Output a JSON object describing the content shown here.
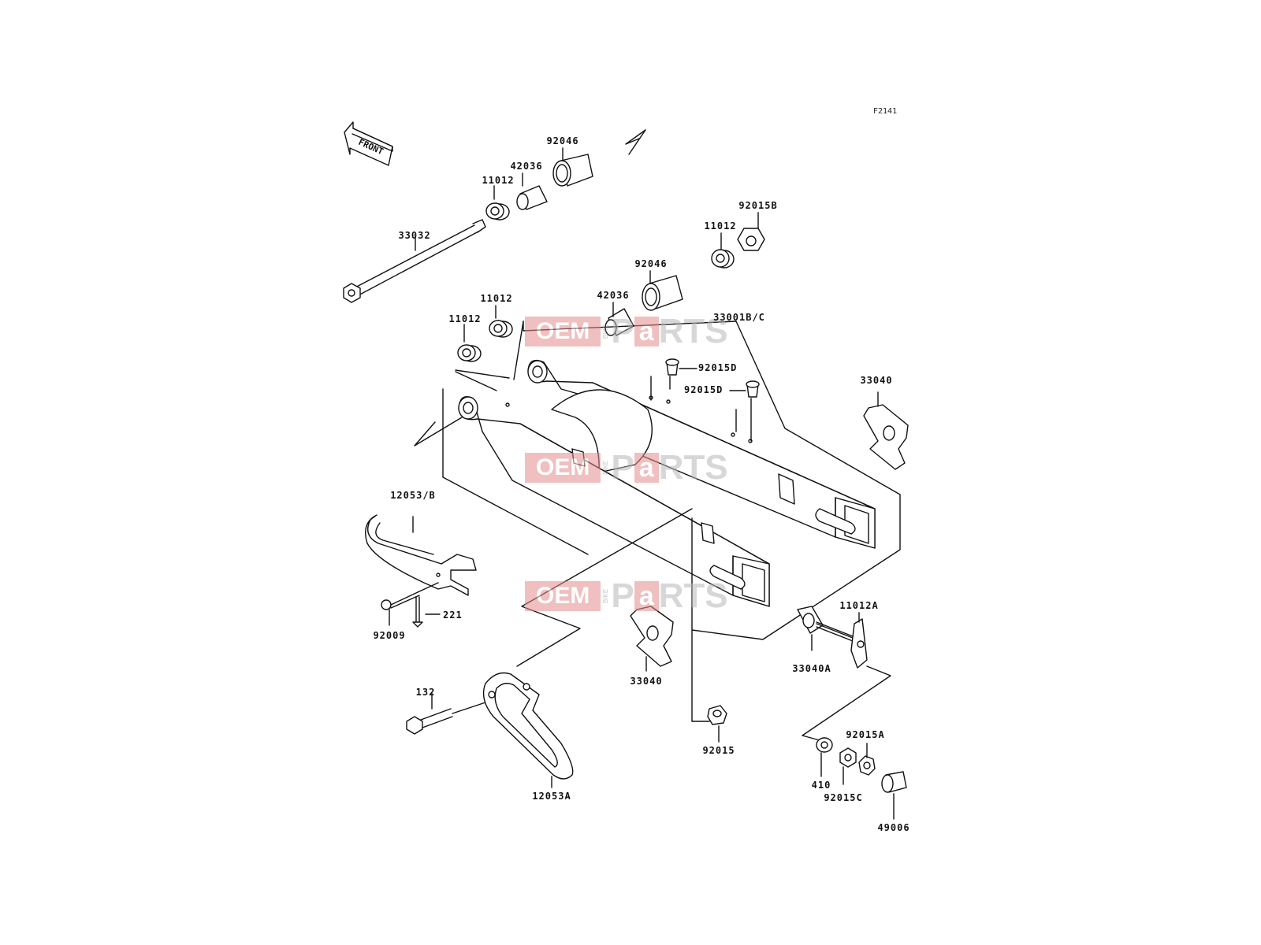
{
  "diagram": {
    "code": "F2141",
    "front_label": "FRONT",
    "parts": {
      "p33032": "33032",
      "p11012_a": "11012",
      "p42036_a": "42036",
      "p92046_a": "92046",
      "p92015B": "92015B",
      "p11012_b": "11012",
      "p92046_b": "92046",
      "p42036_b": "42036",
      "p11012_c": "11012",
      "p11012_d": "11012",
      "p33001": "33001B/C",
      "p92015D_a": "92015D",
      "p92015D_b": "92015D",
      "p33040_a": "33040",
      "p12053B": "12053/B",
      "p92009": "92009",
      "p221": "221",
      "p11012A": "11012A",
      "p33040A": "33040A",
      "p33040_b": "33040",
      "p132": "132",
      "p92015": "92015",
      "p92015A": "92015A",
      "p410": "410",
      "p92015C": "92015C",
      "p49006": "49006",
      "p12053A": "12053A"
    }
  },
  "watermark": {
    "oem": "OEM",
    "bike": "BIKE",
    "p": "P",
    "a": "a",
    "rts": "RTS"
  }
}
